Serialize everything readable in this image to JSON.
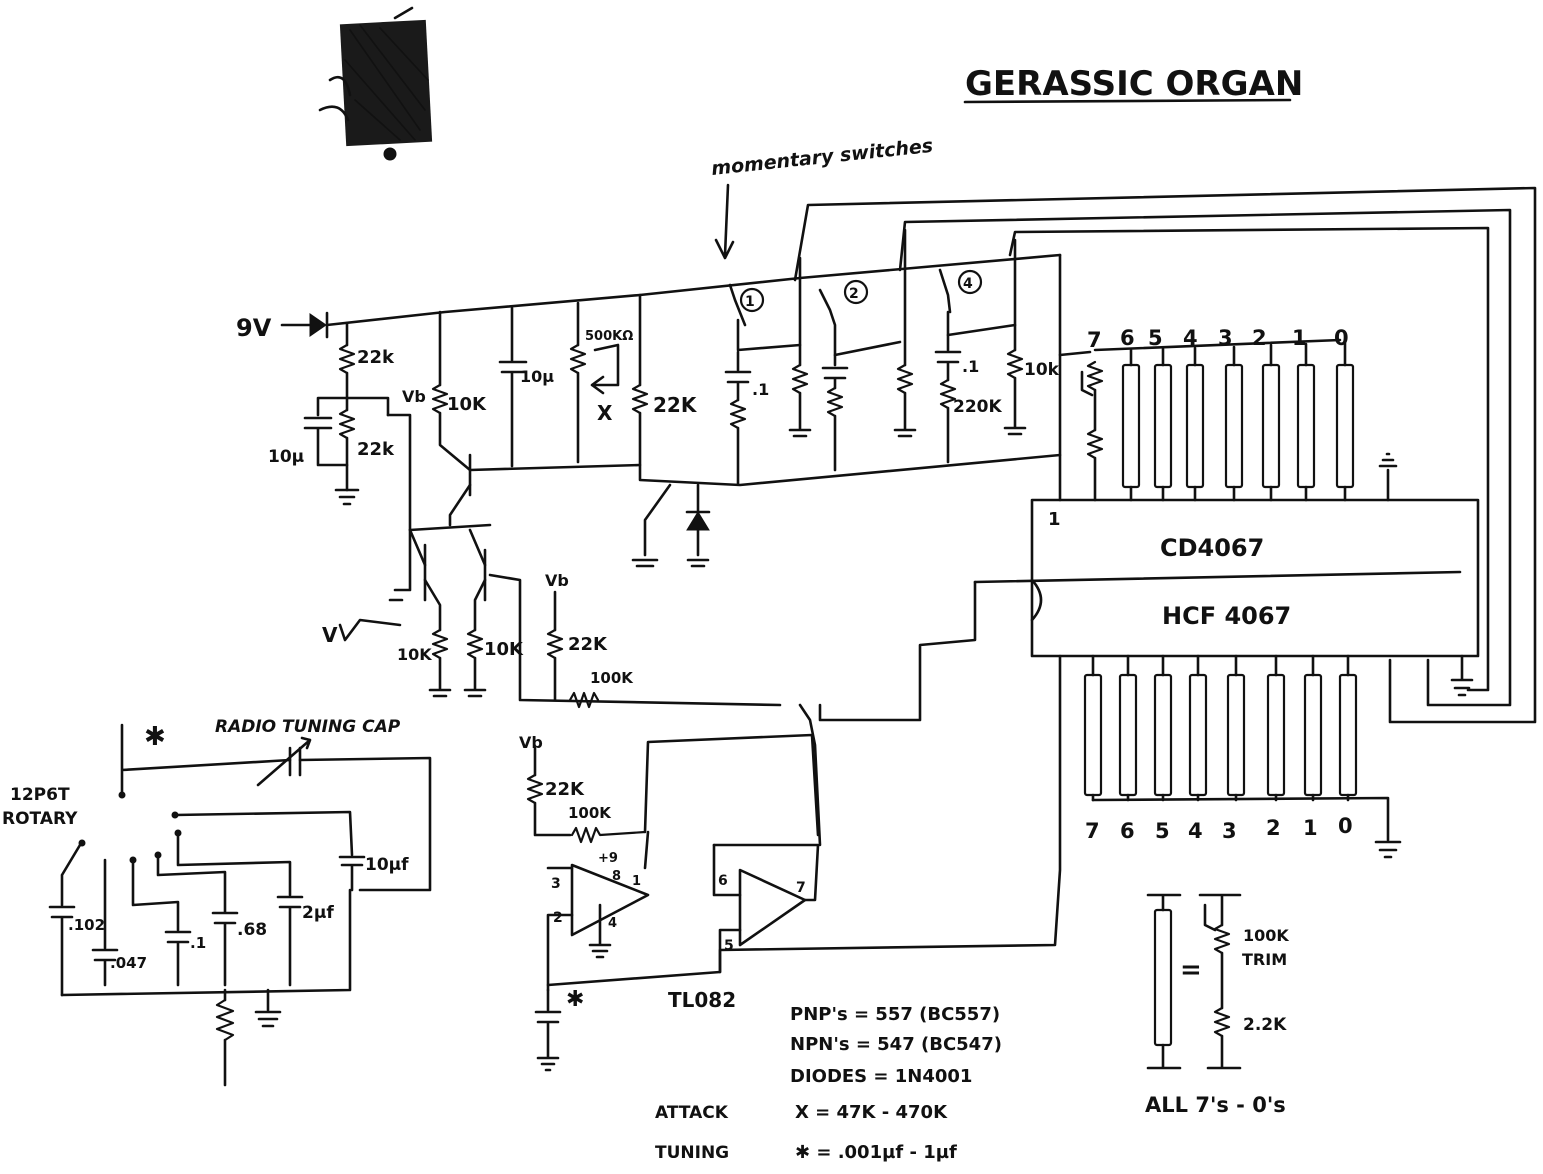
{
  "title": "GERASSIC ORGAN",
  "labels": {
    "supply": "9V",
    "momentary_switches": "momentary switches",
    "radio_tuning_cap": "RADIO TUNING CAP",
    "rotary_line1": "12P6T",
    "rotary_line2": "ROTARY",
    "chip_top": "CD4067",
    "chip_bottom": "HCF 4067",
    "chip_pin1": "1",
    "opamp": "TL082",
    "trim_100k": "100K",
    "trim_word": "TRIM",
    "r_2k2": "2.2K",
    "equals": "=",
    "all_note": "ALL 7's - 0's",
    "x_mark": "X",
    "vb": "Vb",
    "v": "V",
    "star": "✱",
    "plus9": "+9"
  },
  "switches": [
    "1",
    "2",
    "4"
  ],
  "top_pins": [
    "7",
    "6",
    "5",
    "4",
    "3",
    "2",
    "1",
    "0"
  ],
  "bottom_pins": [
    "7",
    "6",
    "5",
    "4",
    "3",
    "2",
    "1",
    "0"
  ],
  "opamp_pins": {
    "p1": "1",
    "p2": "2",
    "p3": "3",
    "p4": "4",
    "p5": "5",
    "p6": "6",
    "p7": "7",
    "p8": "8"
  },
  "components": {
    "r22k_a": "22k",
    "r22k_b": "22k",
    "c10u_left": "10µ",
    "r10k_a": "10K",
    "c10u_mid": "10µ",
    "pot_500k": "500KΩ",
    "r22k_c": "22K",
    "c01_a": ".1",
    "c01_b": ".1",
    "r220k": "220K",
    "r10k_b": "10k",
    "r10k_c": "10K",
    "r10k_d": "10K",
    "r22k_d": "22K",
    "r100k_a": "100K",
    "r22k_e": "22K",
    "r100k_b": "100K",
    "c102": ".102",
    "c047": ".047",
    "c1": ".1",
    "c68": ".68",
    "c2uf": "2µf",
    "c10uf": "10µf"
  },
  "notes": [
    {
      "left": "",
      "right": "PNP's = 557 (BC557)"
    },
    {
      "left": "",
      "right": "NPN's = 547 (BC547)"
    },
    {
      "left": "",
      "right": "DIODES = 1N4001"
    },
    {
      "left": "ATTACK",
      "right": "X = 47K - 470K"
    },
    {
      "left": "TUNING",
      "right": "✱ = .001µf - 1µf"
    }
  ]
}
